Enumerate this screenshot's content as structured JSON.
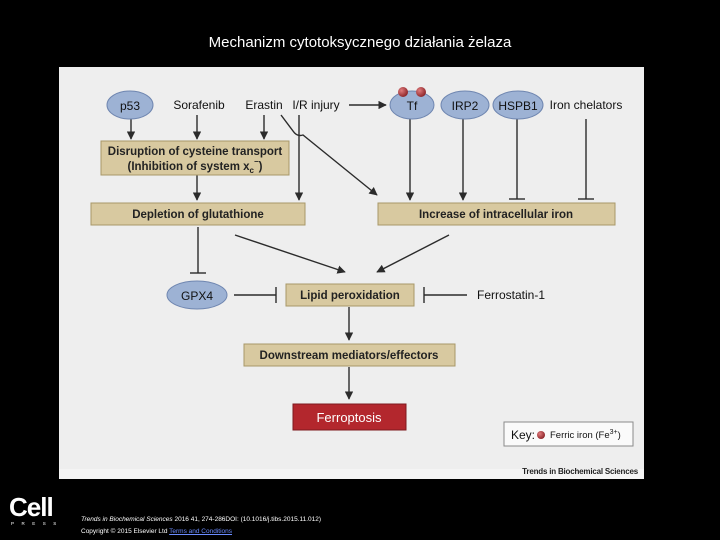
{
  "slide_title": "Mechanizm cytotoksycznego działania żelaza",
  "nodes": {
    "p53": "p53",
    "sorafenib": "Sorafenib",
    "erastin": "Erastin",
    "ir_injury": "I/R injury",
    "tf": "Tf",
    "irp2": "IRP2",
    "hspb1": "HSPB1",
    "iron_chelators": "Iron chelators",
    "disruption_line1": "Disruption of cysteine transport",
    "disruption_line2_prefix": "(Inhibition of system x",
    "disruption_sub": "c",
    "disruption_sup": "−",
    "disruption_line2_suffix": ")",
    "depletion": "Depletion of glutathione",
    "increase_iron": "Increase of intracellular iron",
    "gpx4": "GPX4",
    "lipid_peroxidation": "Lipid peroxidation",
    "ferrostatin": "Ferrostatin-1",
    "downstream": "Downstream mediators/effectors",
    "ferroptosis": "Ferroptosis"
  },
  "key": {
    "label": "Key:",
    "item_prefix": "Ferric iron (Fe",
    "item_sup": "3+",
    "item_suffix": ")"
  },
  "journal_mark": "Trends in Biochemical Sciences",
  "footer": {
    "cell_logo": "Cell",
    "press": "PRESS",
    "citation_journal": "Trends in Biochemical Sciences",
    "citation_rest": " 2016 41, 274-286DOI: (10.1016/j.tibs.2015.11.012)",
    "copyright": "Copyright © 2015 Elsevier Ltd ",
    "terms_link": "Terms and Conditions"
  },
  "colors": {
    "node_fill": "#9db2d4",
    "box_fill": "#d8c9a0",
    "box_stroke": "#a89868",
    "ferroptosis_fill": "#b3272d",
    "iron_dot": "#a03033",
    "arrow": "#2b2b2b"
  }
}
